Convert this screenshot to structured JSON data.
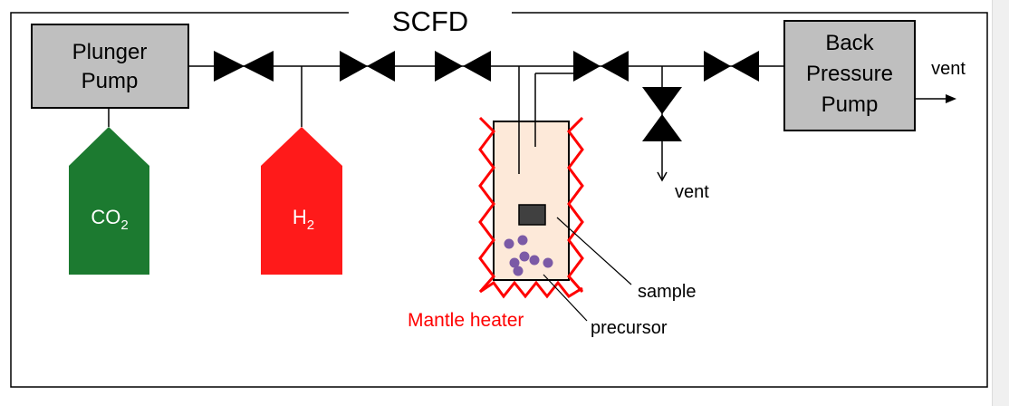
{
  "title": "SCFD",
  "components": {
    "plunger_pump": {
      "line1": "Plunger",
      "line2": "Pump"
    },
    "back_pressure_pump": {
      "line1": "Back",
      "line2": "Pressure",
      "line3": "Pump"
    },
    "co2_cylinder": {
      "base": "CO",
      "subscript": "2"
    },
    "h2_cylinder": {
      "base": "H",
      "subscript": "2"
    }
  },
  "labels": {
    "vent_right": "vent",
    "vent_bottom": "vent",
    "sample": "sample",
    "precursor": "precursor",
    "mantle_heater": "Mantle heater"
  },
  "colors": {
    "pump_fill": "#bfbfbf",
    "co2_green": "#1c7a30",
    "h2_red": "#ff1a1a",
    "heater_red": "#ff0000",
    "vessel_fill": "#fde9d9",
    "precursor_purple": "#7b5aa6",
    "sample_gray": "#404040",
    "line_black": "#000000"
  }
}
